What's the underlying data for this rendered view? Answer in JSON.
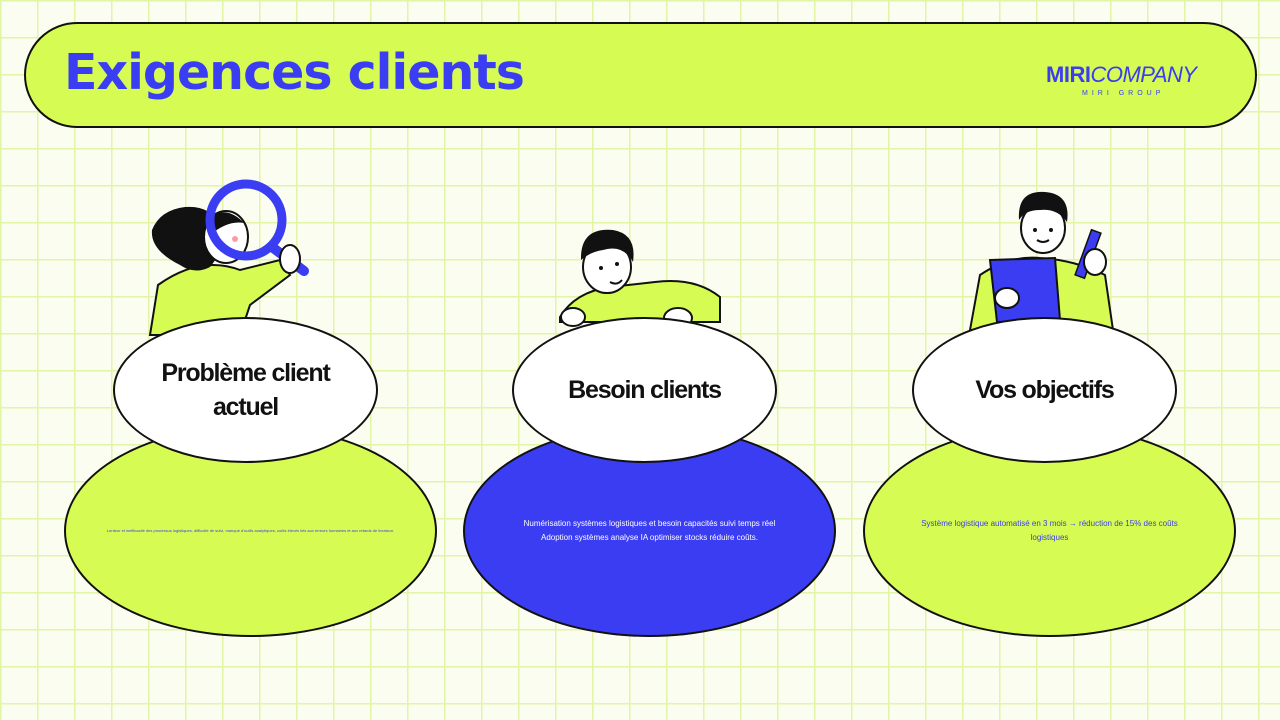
{
  "header": {
    "title": "Exigences clients",
    "logo": {
      "brand_bold": "MIRI",
      "brand_italic": "COMPANY",
      "tagline": "MIRI GROUP"
    }
  },
  "colors": {
    "lime": "#d6fb53",
    "blue": "#3b3df2",
    "white": "#ffffff",
    "outline": "#111111"
  },
  "columns": [
    {
      "heading": "Problème client actuel",
      "body": "Lenteur et inefficacité des processus logistiques, difficulté de suivi, manque d'outils analytiques, coûts élevés liés aux erreurs humaines et aux retards de livraison.",
      "figure": "woman-with-magnifier"
    },
    {
      "heading": "Besoin clients",
      "body_lines": [
        "Numérisation systèmes logistiques et besoin capacités suivi temps réel",
        "Adoption systèmes analyse IA optimiser stocks réduire coûts."
      ],
      "figure": "man-peeking"
    },
    {
      "heading": "Vos objectifs",
      "body": "Système logistique automatisé en 3 mois → réduction de 15% des coûts logistiques",
      "figure": "man-with-clipboard"
    }
  ]
}
